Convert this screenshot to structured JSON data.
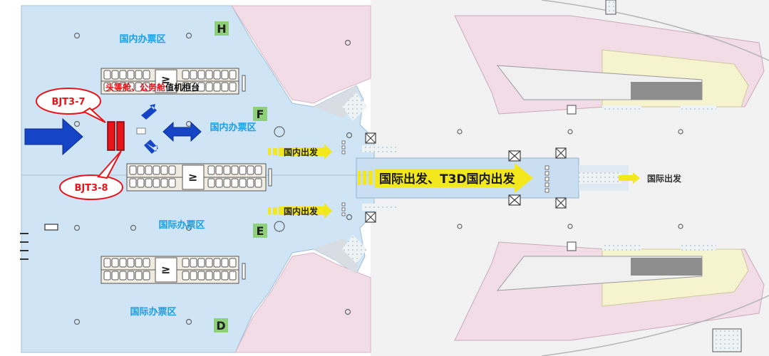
{
  "zones": {
    "domestic_ticket_top": "国内办票区",
    "domestic_ticket_mid": "国内办票区",
    "international_ticket_mid": "国际办票区",
    "international_ticket_bottom": "国际办票区"
  },
  "counter_labels": {
    "first_class_red": "头等舱、公务舱",
    "checkin_black": "值机柜台"
  },
  "gates": {
    "h": "H",
    "f": "F",
    "e": "E",
    "d": "D"
  },
  "callouts": {
    "top": "BJT3-7",
    "bottom": "BJT3-8"
  },
  "flows": {
    "domestic_departure_top": "国内出发",
    "domestic_departure_bottom": "国内出发",
    "main_corridor": "国际出发、T3D国内出发",
    "international_departure": "国际出发"
  },
  "colors": {
    "hall_blue": "#cfe4f4",
    "corridor_blue": "#c9dff1",
    "pink_area": "#f2dde6",
    "yellow_area": "#f6f3cf",
    "grey_block": "#8e8e8e",
    "arrow_blue": "#1545c6",
    "highlight_red": "#e8141a",
    "arrow_yellow": "#f3e81e",
    "label_blue": "#1aa0e6",
    "gate_green": "#8fd07a"
  }
}
